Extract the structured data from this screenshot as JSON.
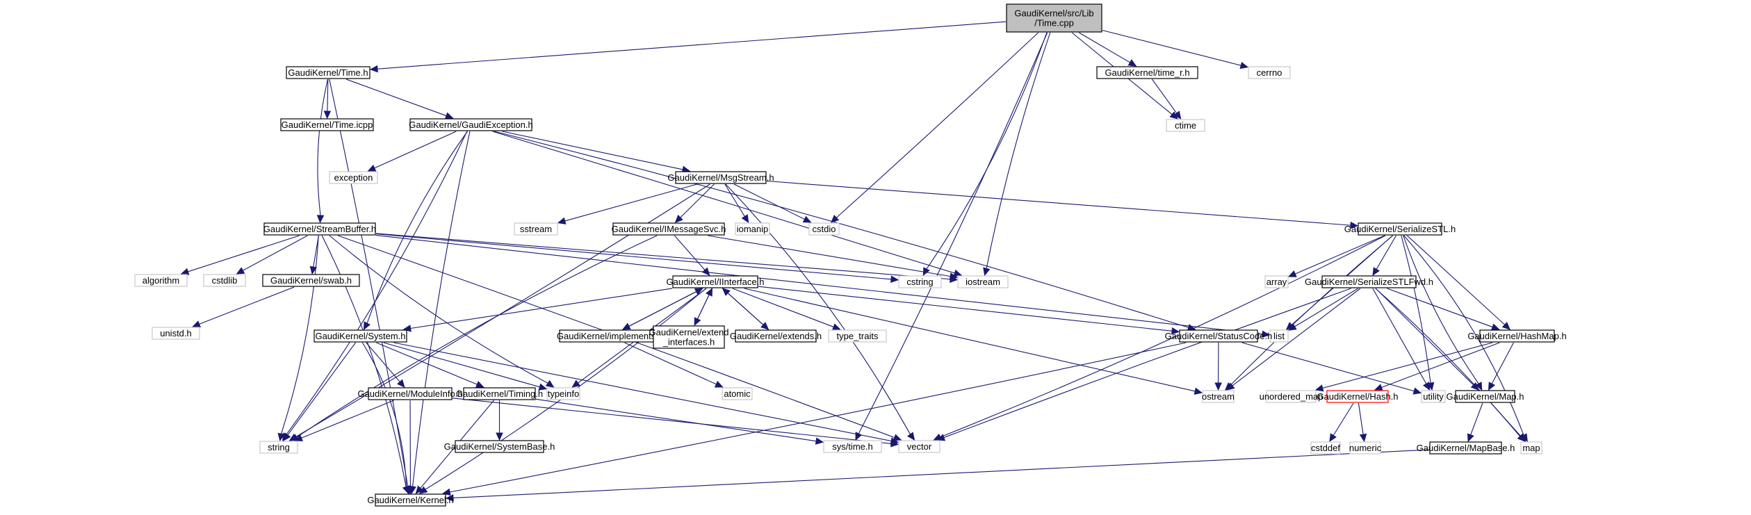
{
  "diagram": {
    "title": "Include dependency graph for GaudiKernel/src/Lib/Time.cpp",
    "colors": {
      "edge": "#191970",
      "root_fill": "#bfbfbf",
      "documented_border": "#000000",
      "external_border": "#c8c8c8",
      "incomplete_border": "#ff0000"
    },
    "nodes": [
      {
        "id": "root",
        "label": [
          "GaudiKernel/src/Lib",
          "/Time.cpp"
        ],
        "kind": "root"
      },
      {
        "id": "time_h",
        "label": [
          "GaudiKernel/Time.h"
        ],
        "kind": "doc"
      },
      {
        "id": "time_r_h",
        "label": [
          "GaudiKernel/time_r.h"
        ],
        "kind": "doc"
      },
      {
        "id": "cerrno",
        "label": [
          "cerrno"
        ],
        "kind": "ext"
      },
      {
        "id": "ctime",
        "label": [
          "ctime"
        ],
        "kind": "ext"
      },
      {
        "id": "time_icpp",
        "label": [
          "GaudiKernel/Time.icpp"
        ],
        "kind": "doc"
      },
      {
        "id": "gaudiexc",
        "label": [
          "GaudiKernel/GaudiException.h"
        ],
        "kind": "doc"
      },
      {
        "id": "exception",
        "label": [
          "exception"
        ],
        "kind": "ext"
      },
      {
        "id": "msgstream",
        "label": [
          "GaudiKernel/MsgStream.h"
        ],
        "kind": "doc"
      },
      {
        "id": "streambuf",
        "label": [
          "GaudiKernel/StreamBuffer.h"
        ],
        "kind": "doc"
      },
      {
        "id": "sstream",
        "label": [
          "sstream"
        ],
        "kind": "ext"
      },
      {
        "id": "imsgsvc",
        "label": [
          "GaudiKernel/IMessageSvc.h"
        ],
        "kind": "doc"
      },
      {
        "id": "iomanip",
        "label": [
          "iomanip"
        ],
        "kind": "ext"
      },
      {
        "id": "cstdio",
        "label": [
          "cstdio"
        ],
        "kind": "ext"
      },
      {
        "id": "serstl",
        "label": [
          "GaudiKernel/SerializeSTL.h"
        ],
        "kind": "doc"
      },
      {
        "id": "algorithm",
        "label": [
          "algorithm"
        ],
        "kind": "ext"
      },
      {
        "id": "cstdlib",
        "label": [
          "cstdlib"
        ],
        "kind": "ext"
      },
      {
        "id": "swab",
        "label": [
          "GaudiKernel/swab.h"
        ],
        "kind": "doc"
      },
      {
        "id": "cstring",
        "label": [
          "cstring"
        ],
        "kind": "ext"
      },
      {
        "id": "iostream",
        "label": [
          "iostream"
        ],
        "kind": "ext"
      },
      {
        "id": "iinterface",
        "label": [
          "GaudiKernel/IInterface.h"
        ],
        "kind": "doc"
      },
      {
        "id": "array",
        "label": [
          "array"
        ],
        "kind": "ext"
      },
      {
        "id": "serstlfwd",
        "label": [
          "GaudiKernel/SerializeSTLFwd.h"
        ],
        "kind": "doc"
      },
      {
        "id": "unistd",
        "label": [
          "unistd.h"
        ],
        "kind": "ext"
      },
      {
        "id": "system",
        "label": [
          "GaudiKernel/System.h"
        ],
        "kind": "doc"
      },
      {
        "id": "implements",
        "label": [
          "GaudiKernel/implements.h"
        ],
        "kind": "doc"
      },
      {
        "id": "extend_if",
        "label": [
          "GaudiKernel/extend",
          "_interfaces.h"
        ],
        "kind": "doc"
      },
      {
        "id": "extends",
        "label": [
          "GaudiKernel/extends.h"
        ],
        "kind": "doc"
      },
      {
        "id": "type_traits",
        "label": [
          "type_traits"
        ],
        "kind": "ext"
      },
      {
        "id": "list",
        "label": [
          "list"
        ],
        "kind": "ext"
      },
      {
        "id": "statuscode",
        "label": [
          "GaudiKernel/StatusCode.h"
        ],
        "kind": "doc"
      },
      {
        "id": "hashmap",
        "label": [
          "GaudiKernel/HashMap.h"
        ],
        "kind": "doc"
      },
      {
        "id": "moduleinfo",
        "label": [
          "GaudiKernel/ModuleInfo.h"
        ],
        "kind": "doc"
      },
      {
        "id": "timing",
        "label": [
          "GaudiKernel/Timing.h"
        ],
        "kind": "doc"
      },
      {
        "id": "typeinfo",
        "label": [
          "typeinfo"
        ],
        "kind": "ext"
      },
      {
        "id": "atomic",
        "label": [
          "atomic"
        ],
        "kind": "ext"
      },
      {
        "id": "ostream",
        "label": [
          "ostream"
        ],
        "kind": "ext"
      },
      {
        "id": "unordered_map",
        "label": [
          "unordered_map"
        ],
        "kind": "ext"
      },
      {
        "id": "hash",
        "label": [
          "GaudiKernel/Hash.h"
        ],
        "kind": "red"
      },
      {
        "id": "utility",
        "label": [
          "utility"
        ],
        "kind": "ext"
      },
      {
        "id": "map_h",
        "label": [
          "GaudiKernel/Map.h"
        ],
        "kind": "doc"
      },
      {
        "id": "string",
        "label": [
          "string"
        ],
        "kind": "ext"
      },
      {
        "id": "systembase",
        "label": [
          "GaudiKernel/SystemBase.h"
        ],
        "kind": "doc"
      },
      {
        "id": "systime",
        "label": [
          "sys/time.h"
        ],
        "kind": "ext"
      },
      {
        "id": "vector",
        "label": [
          "vector"
        ],
        "kind": "ext"
      },
      {
        "id": "cstddef",
        "label": [
          "cstddef"
        ],
        "kind": "ext"
      },
      {
        "id": "numeric",
        "label": [
          "numeric"
        ],
        "kind": "ext"
      },
      {
        "id": "mapbase",
        "label": [
          "GaudiKernel/MapBase.h"
        ],
        "kind": "doc"
      },
      {
        "id": "map",
        "label": [
          "map"
        ],
        "kind": "ext"
      },
      {
        "id": "kernel",
        "label": [
          "GaudiKernel/Kernel.h"
        ],
        "kind": "doc"
      }
    ],
    "edges": [
      [
        "root",
        "time_h"
      ],
      [
        "root",
        "time_r_h"
      ],
      [
        "root",
        "cerrno"
      ],
      [
        "root",
        "ctime"
      ],
      [
        "root",
        "cstdio"
      ],
      [
        "root",
        "cstring"
      ],
      [
        "root",
        "iostream"
      ],
      [
        "root",
        "systime"
      ],
      [
        "time_r_h",
        "ctime"
      ],
      [
        "time_h",
        "time_icpp"
      ],
      [
        "time_h",
        "gaudiexc"
      ],
      [
        "time_h",
        "streambuf"
      ],
      [
        "time_h",
        "kernel"
      ],
      [
        "gaudiexc",
        "exception"
      ],
      [
        "gaudiexc",
        "msgstream"
      ],
      [
        "gaudiexc",
        "statuscode"
      ],
      [
        "gaudiexc",
        "system"
      ],
      [
        "gaudiexc",
        "iostream"
      ],
      [
        "gaudiexc",
        "string"
      ],
      [
        "gaudiexc",
        "kernel"
      ],
      [
        "msgstream",
        "sstream"
      ],
      [
        "msgstream",
        "imsgsvc"
      ],
      [
        "msgstream",
        "iomanip"
      ],
      [
        "msgstream",
        "cstdio"
      ],
      [
        "msgstream",
        "serstl"
      ],
      [
        "msgstream",
        "string"
      ],
      [
        "msgstream",
        "vector"
      ],
      [
        "imsgsvc",
        "iinterface"
      ],
      [
        "imsgsvc",
        "iostream"
      ],
      [
        "imsgsvc",
        "string"
      ],
      [
        "streambuf",
        "algorithm"
      ],
      [
        "streambuf",
        "cstdlib"
      ],
      [
        "streambuf",
        "swab"
      ],
      [
        "streambuf",
        "cstring"
      ],
      [
        "streambuf",
        "iostream"
      ],
      [
        "streambuf",
        "list"
      ],
      [
        "streambuf",
        "string"
      ],
      [
        "streambuf",
        "typeinfo"
      ],
      [
        "streambuf",
        "vector"
      ],
      [
        "streambuf",
        "kernel"
      ],
      [
        "swab",
        "unistd"
      ],
      [
        "iinterface",
        "system"
      ],
      [
        "iinterface",
        "implements"
      ],
      [
        "iinterface",
        "extend_if"
      ],
      [
        "iinterface",
        "extends"
      ],
      [
        "iinterface",
        "type_traits"
      ],
      [
        "iinterface",
        "statuscode"
      ],
      [
        "iinterface",
        "ostream"
      ],
      [
        "iinterface",
        "typeinfo"
      ],
      [
        "iinterface",
        "kernel"
      ],
      [
        "implements",
        "iinterface"
      ],
      [
        "implements",
        "atomic"
      ],
      [
        "extend_if",
        "iinterface"
      ],
      [
        "extends",
        "iinterface"
      ],
      [
        "serstl",
        "array"
      ],
      [
        "serstl",
        "list"
      ],
      [
        "serstl",
        "serstlfwd"
      ],
      [
        "serstl",
        "hashmap"
      ],
      [
        "serstl",
        "map_h"
      ],
      [
        "serstl",
        "utility"
      ],
      [
        "serstl",
        "map"
      ],
      [
        "serstl",
        "ostream"
      ],
      [
        "serstl",
        "vector"
      ],
      [
        "serstlfwd",
        "list"
      ],
      [
        "serstlfwd",
        "hashmap"
      ],
      [
        "serstlfwd",
        "map_h"
      ],
      [
        "serstlfwd",
        "utility"
      ],
      [
        "serstlfwd",
        "map"
      ],
      [
        "serstlfwd",
        "ostream"
      ],
      [
        "serstlfwd",
        "vector"
      ],
      [
        "statuscode",
        "ostream"
      ],
      [
        "statuscode",
        "utility"
      ],
      [
        "statuscode",
        "kernel"
      ],
      [
        "hashmap",
        "unordered_map"
      ],
      [
        "hashmap",
        "hash"
      ],
      [
        "hashmap",
        "map_h"
      ],
      [
        "hash",
        "cstddef"
      ],
      [
        "hash",
        "numeric"
      ],
      [
        "map_h",
        "mapbase"
      ],
      [
        "map_h",
        "map"
      ],
      [
        "mapbase",
        "kernel"
      ],
      [
        "system",
        "moduleinfo"
      ],
      [
        "system",
        "timing"
      ],
      [
        "system",
        "string"
      ],
      [
        "system",
        "typeinfo"
      ],
      [
        "system",
        "vector"
      ],
      [
        "system",
        "kernel"
      ],
      [
        "moduleinfo",
        "string"
      ],
      [
        "moduleinfo",
        "vector"
      ],
      [
        "moduleinfo",
        "kernel"
      ],
      [
        "timing",
        "systembase"
      ],
      [
        "timing",
        "systime"
      ],
      [
        "timing",
        "kernel"
      ]
    ]
  }
}
